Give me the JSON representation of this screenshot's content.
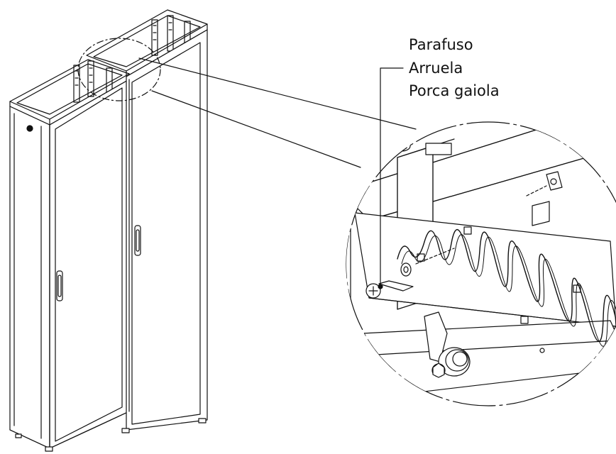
{
  "labels": {
    "screw": "Parafuso",
    "washer": "Arruela",
    "cage_nut": "Porca gaiola"
  },
  "colors": {
    "stroke": "#111111",
    "background": "#ffffff",
    "door_panel": "#ffffff"
  }
}
